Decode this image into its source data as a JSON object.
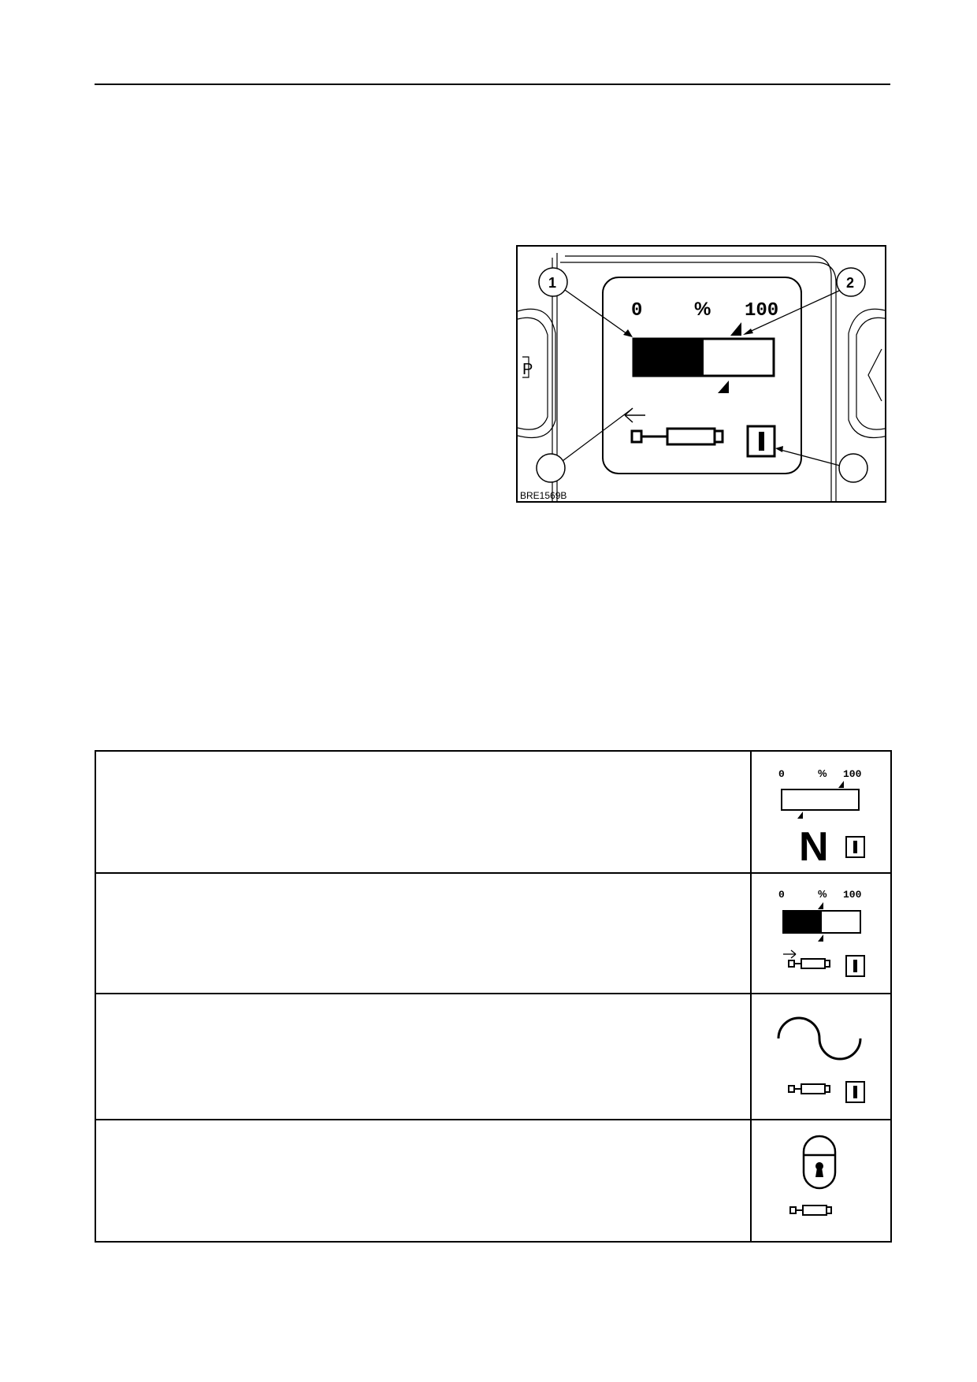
{
  "figure": {
    "code": "BRE1569B",
    "gauge_label_min": "0",
    "gauge_label_unit": "%",
    "gauge_label_max": "100",
    "callout_1": "1",
    "callout_2": "2",
    "gear_indicator": "I",
    "fill_fraction": 0.5
  },
  "table": {
    "rows": [
      {
        "label_min": "0",
        "label_unit": "%",
        "label_max": "100",
        "neutral_letter": "N",
        "gear": "I",
        "fill_fraction": 0.0
      },
      {
        "label_min": "0",
        "label_unit": "%",
        "label_max": "100",
        "gear": "I",
        "fill_fraction": 0.5
      },
      {
        "gear": "I"
      },
      {}
    ]
  }
}
